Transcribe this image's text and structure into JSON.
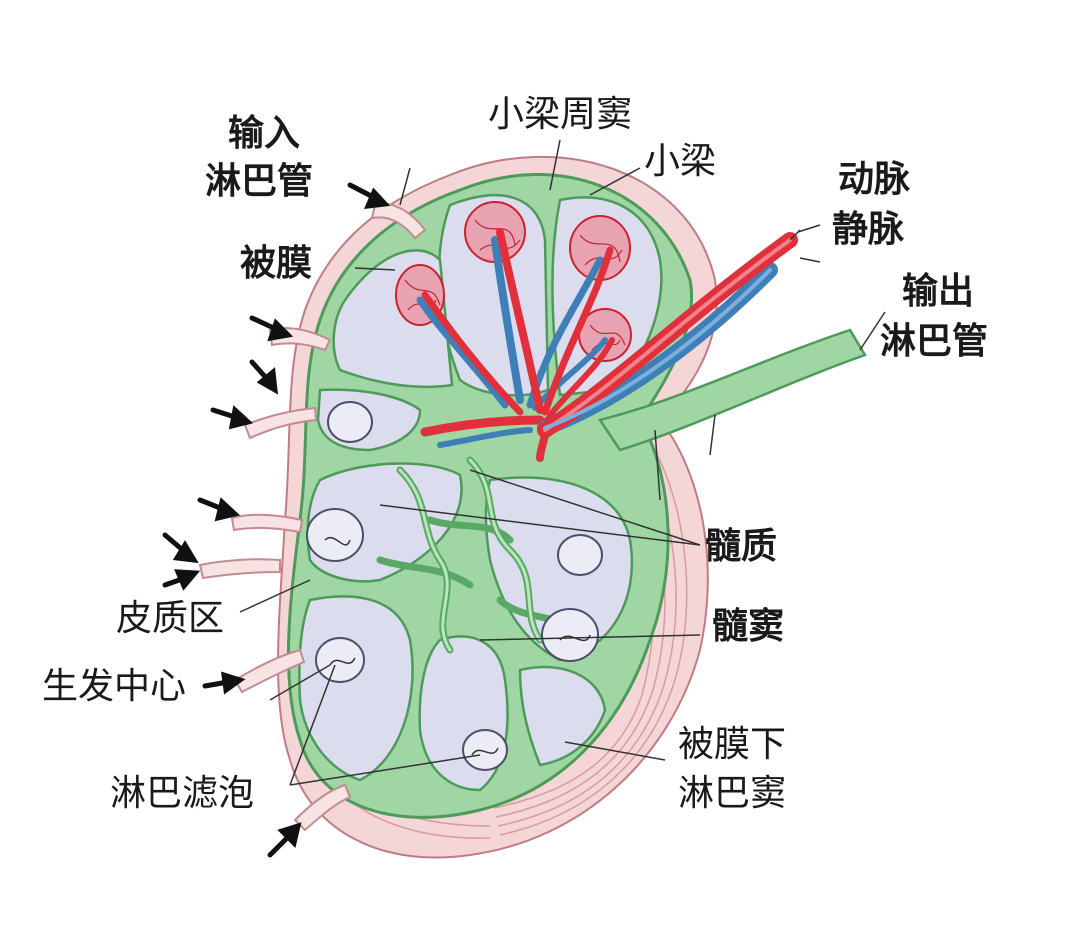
{
  "labels": {
    "afferent_line1": "输入",
    "afferent_line2": "淋巴管",
    "capsule": "被膜",
    "trabecular_sinus": "小梁周窦",
    "trabecula": "小梁",
    "artery": "动脉",
    "vein": "静脉",
    "efferent_line1": "输出",
    "efferent_line2": "淋巴管",
    "medulla": "髓质",
    "medullary_sinus": "髓窦",
    "cortex": "皮质区",
    "germinal_center": "生发中心",
    "lymph_follicle": "淋巴滤泡",
    "subcapsular_line1": "被膜下",
    "subcapsular_line2": "淋巴窦"
  },
  "colors": {
    "capsule_pink": "#f4d6d6",
    "capsule_stripe": "#d99aa2",
    "sinus_green": "#9fd6a4",
    "sinus_edge": "#4e9a5a",
    "tissue_lavender": "#dcdcef",
    "follicle": "#ececf6",
    "artery_red": "#e0303c",
    "vein_blue": "#3f7fb7",
    "capillary_red": "#c8232e",
    "arrow_black": "#111111",
    "text": "#1a1a1a"
  }
}
